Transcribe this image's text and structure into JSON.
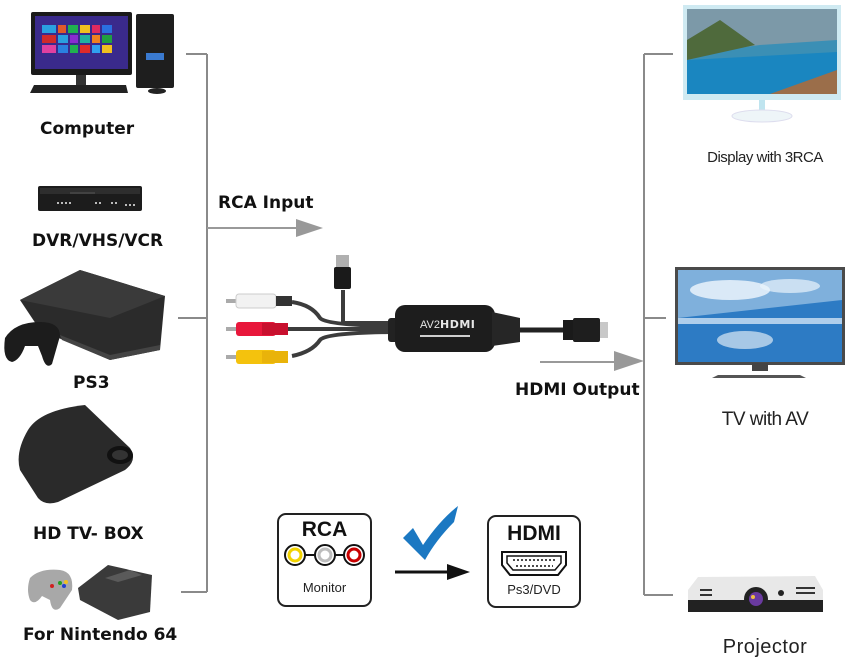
{
  "sources": {
    "items": [
      {
        "label": "Computer",
        "icon": "computer-icon"
      },
      {
        "label": "DVR/VHS/VCR",
        "icon": "dvd-recorder-icon"
      },
      {
        "label": "PS3",
        "icon": "ps3-console-icon"
      },
      {
        "label": "HD TV- BOX",
        "icon": "tv-box-icon"
      },
      {
        "label": "For Nintendo 64",
        "icon": "n64-console-icon"
      }
    ]
  },
  "outputs": {
    "items": [
      {
        "label": "Display with 3RCA",
        "icon": "monitor-icon"
      },
      {
        "label": "TV with AV",
        "icon": "tv-icon"
      },
      {
        "label": "Projector",
        "icon": "projector-icon"
      }
    ]
  },
  "center": {
    "input_label": "RCA Input",
    "output_label": "HDMI Output",
    "converter_label_prefix": "AV2",
    "converter_label_brand": "HDMI",
    "rca_colors": [
      "#f2f2f2",
      "#e8173b",
      "#f4c20d"
    ]
  },
  "legend": {
    "rca_box": {
      "title": "RCA",
      "subtitle": "Monitor"
    },
    "hdmi_box": {
      "title": "HDMI",
      "subtitle": "Ps3/DVD"
    },
    "check_color": "#1b78c2"
  },
  "colors": {
    "bracket": "#8a8a8a",
    "arrow": "#999999"
  }
}
